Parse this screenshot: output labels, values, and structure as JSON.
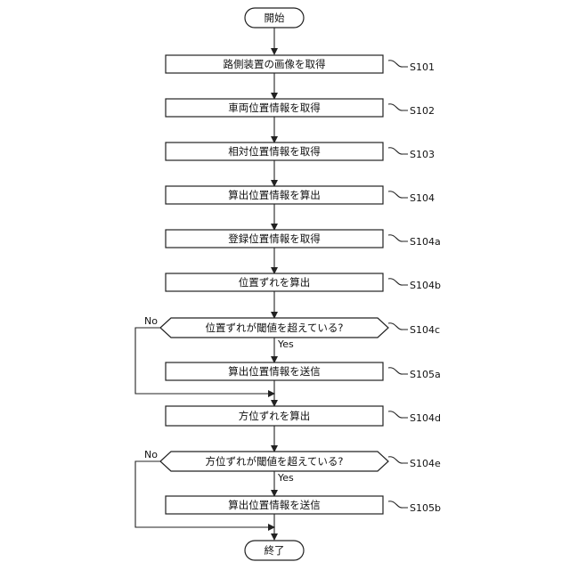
{
  "start": {
    "text": "開始"
  },
  "end": {
    "text": "終了"
  },
  "steps": [
    {
      "id": "S101",
      "text": "路側装置の画像を取得",
      "kind": "process"
    },
    {
      "id": "S102",
      "text": "車両位置情報を取得",
      "kind": "process"
    },
    {
      "id": "S103",
      "text": "相対位置情報を取得",
      "kind": "process"
    },
    {
      "id": "S104",
      "text": "算出位置情報を算出",
      "kind": "process"
    },
    {
      "id": "S104a",
      "text": "登録位置情報を取得",
      "kind": "process"
    },
    {
      "id": "S104b",
      "text": "位置ずれを算出",
      "kind": "process"
    },
    {
      "id": "S104c",
      "text": "位置ずれが閾値を超えている?",
      "kind": "decision"
    },
    {
      "id": "S105a",
      "text": "算出位置情報を送信",
      "kind": "process"
    },
    {
      "id": "S104d",
      "text": "方位ずれを算出",
      "kind": "process"
    },
    {
      "id": "S104e",
      "text": "方位ずれが閾値を超えている?",
      "kind": "decision"
    },
    {
      "id": "S105b",
      "text": "算出位置情報を送信",
      "kind": "process"
    }
  ],
  "branch_labels": {
    "yes": "Yes",
    "no": "No"
  }
}
